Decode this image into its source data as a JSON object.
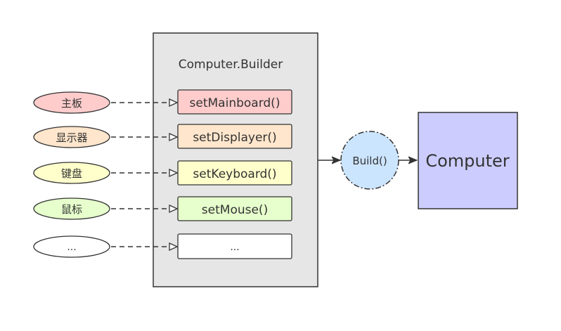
{
  "builder": {
    "title": "Computer.Builder"
  },
  "inputs": [
    {
      "label": "主板",
      "method": "setMainboard()",
      "fill": "#ffcccc"
    },
    {
      "label": "显示器",
      "method": "setDisplayer()",
      "fill": "#ffe6cc"
    },
    {
      "label": "键盘",
      "method": "setKeyboard()",
      "fill": "#ffffcc"
    },
    {
      "label": "鼠标",
      "method": "setMouse()",
      "fill": "#e6ffcc"
    },
    {
      "label": "...",
      "method": "...",
      "fill": "#ffffff"
    }
  ],
  "build": {
    "label": "Build()",
    "fill": "#cce5ff"
  },
  "output": {
    "label": "Computer",
    "fill": "#ccccff"
  },
  "colors": {
    "builder_bg": "#e6e6e6",
    "stroke": "#333333",
    "text": "#333333"
  }
}
